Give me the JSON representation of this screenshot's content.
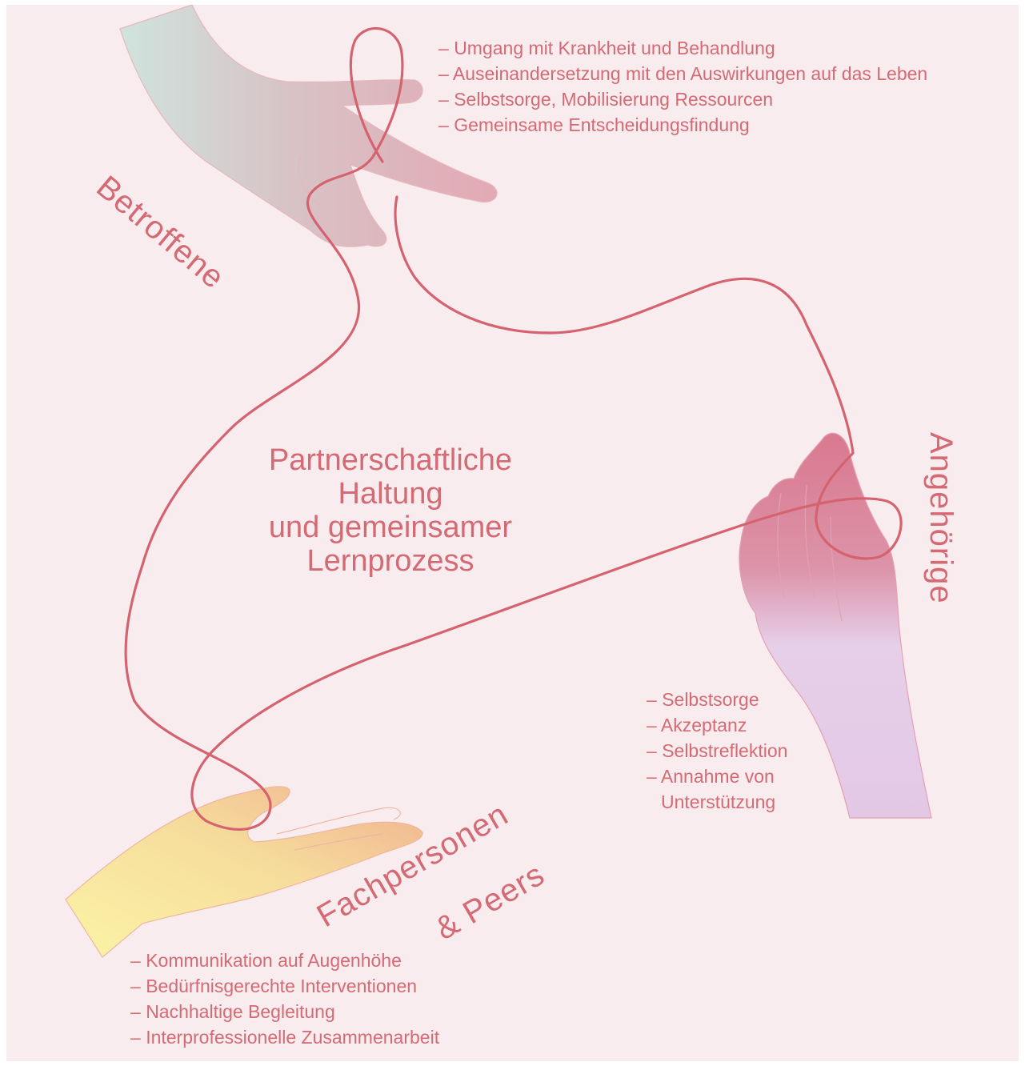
{
  "center_statement": {
    "lines": [
      "Partnerschaftliche",
      "Haltung",
      "und gemeinsamer",
      "Lernprozess"
    ]
  },
  "groups": {
    "betroffene": {
      "label": "Betroffene",
      "items": [
        "Umgang mit Krankheit und Behandlung",
        "Auseinandersetzung mit den Auswirkungen auf das Leben",
        "Selbstsorge, Mobilisierung Ressourcen",
        "Gemeinsame Entscheidungsfindung"
      ]
    },
    "angehoerige": {
      "label": "Angehörige",
      "items": [
        "Selbstsorge",
        "Akzeptanz",
        "Selbstreflektion",
        "Annahme von",
        "Unterstützung"
      ]
    },
    "fachpersonen": {
      "label_line1": "Fachpersonen",
      "label_line2": "& Peers",
      "items": [
        "Kommunikation auf Augenhöhe",
        "Bedürfnisgerechte Interventionen",
        "Nachhaltige Begleitung",
        "Interprofessionelle Zusammenarbeit"
      ]
    }
  },
  "colors": {
    "background": "#f9ecee",
    "text": "#d46a74",
    "thread": "#d5636f",
    "hand_betroffene": [
      "#cfe3dd",
      "#e3a9b4"
    ],
    "hand_angehoerige": [
      "#d9798f",
      "#e6cfe8"
    ],
    "hand_fachpersonen": [
      "#fbf4a6",
      "#f0b18f"
    ]
  }
}
